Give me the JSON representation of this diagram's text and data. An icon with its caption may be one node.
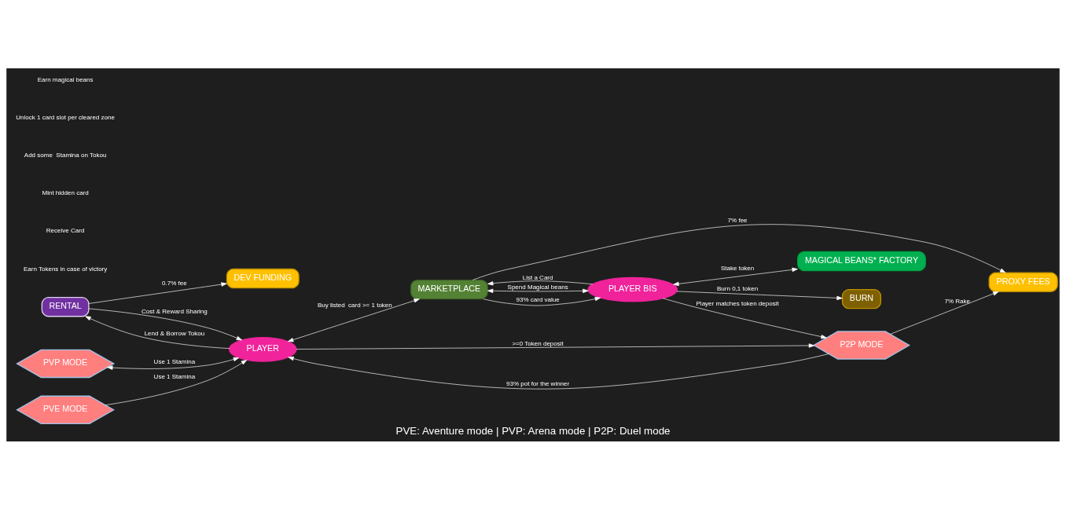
{
  "diagram": {
    "caption": "PVE: Aventure mode | PVP: Arena mode | P2P: Duel mode",
    "nodes": [
      {
        "text": [
          "DEV FUNDING"
        ]
      },
      {
        "text": [
          "MARKETPLACE"
        ]
      },
      {
        "text": [
          "RENTAL"
        ]
      },
      {
        "text": [
          "PVP MODE"
        ]
      },
      {
        "text": [
          "BURN"
        ]
      },
      {
        "text": [
          "PLAYER"
        ]
      },
      {
        "text": [
          "PLAYER BIS"
        ]
      },
      {
        "text": [
          "PROXY FEES"
        ]
      },
      {
        "text": [
          "PVE MODE"
        ]
      },
      {
        "text": [
          "P2P MODE"
        ]
      },
      {
        "text": [
          "MAGICAL BEANS* FACTORY"
        ]
      }
    ],
    "edges": [
      {
        "from": 2,
        "to": 0,
        "arrow": "to",
        "label": "0.7% fee"
      },
      {
        "from": 5,
        "to": 2,
        "arrow": "to",
        "label": "Lend & Borrow Tokou"
      },
      {
        "from": 3,
        "to": 5,
        "arrow": "both",
        "label": "Use 1 Stamina"
      },
      {
        "from": 5,
        "to": 1,
        "arrow": "both",
        "label": "Buy listed  card >= 1 token"
      },
      {
        "from": 6,
        "to": 1,
        "arrow": "to",
        "label": "List a Card"
      },
      {
        "from": 1,
        "to": 6,
        "arrow": "both",
        "label": "Spend Magical beans"
      },
      {
        "from": 6,
        "to": 4,
        "arrow": "to",
        "label": "Burn 0,1 token"
      },
      {
        "from": 2,
        "to": 5,
        "arrow": "to",
        "label": "Cost & Reward Sharing"
      },
      {
        "from": 9,
        "to": 5,
        "arrow": "to",
        "label": "93% pot for the winner"
      },
      {
        "from": 9,
        "to": 7,
        "arrow": "to",
        "label": "7% Rake"
      },
      {
        "from": 1,
        "to": 7,
        "arrow": "to",
        "label": "7% fee"
      },
      {
        "from": 1,
        "to": 6,
        "arrow": "to",
        "label": "93% card value"
      },
      {
        "from": 8,
        "to": 5,
        "arrow": "to",
        "label": "Use 1 Stamina"
      },
      {
        "from": 6,
        "to": 10,
        "arrow": "both",
        "label": "Stake token"
      },
      {
        "from": 5,
        "to": 9,
        "arrow": "to",
        "label": ">=0 Token deposit"
      },
      {
        "from": 6,
        "to": 9,
        "arrow": "to",
        "label": "Player matches token deposit"
      }
    ],
    "labels": [
      "Earn Tokens in case of victory",
      "Receive Card",
      "Mint hidden card",
      "Add some  Stamina on Tokou",
      "Unlock 1 card slot per cleared zone",
      "Earn magical beans"
    ]
  }
}
